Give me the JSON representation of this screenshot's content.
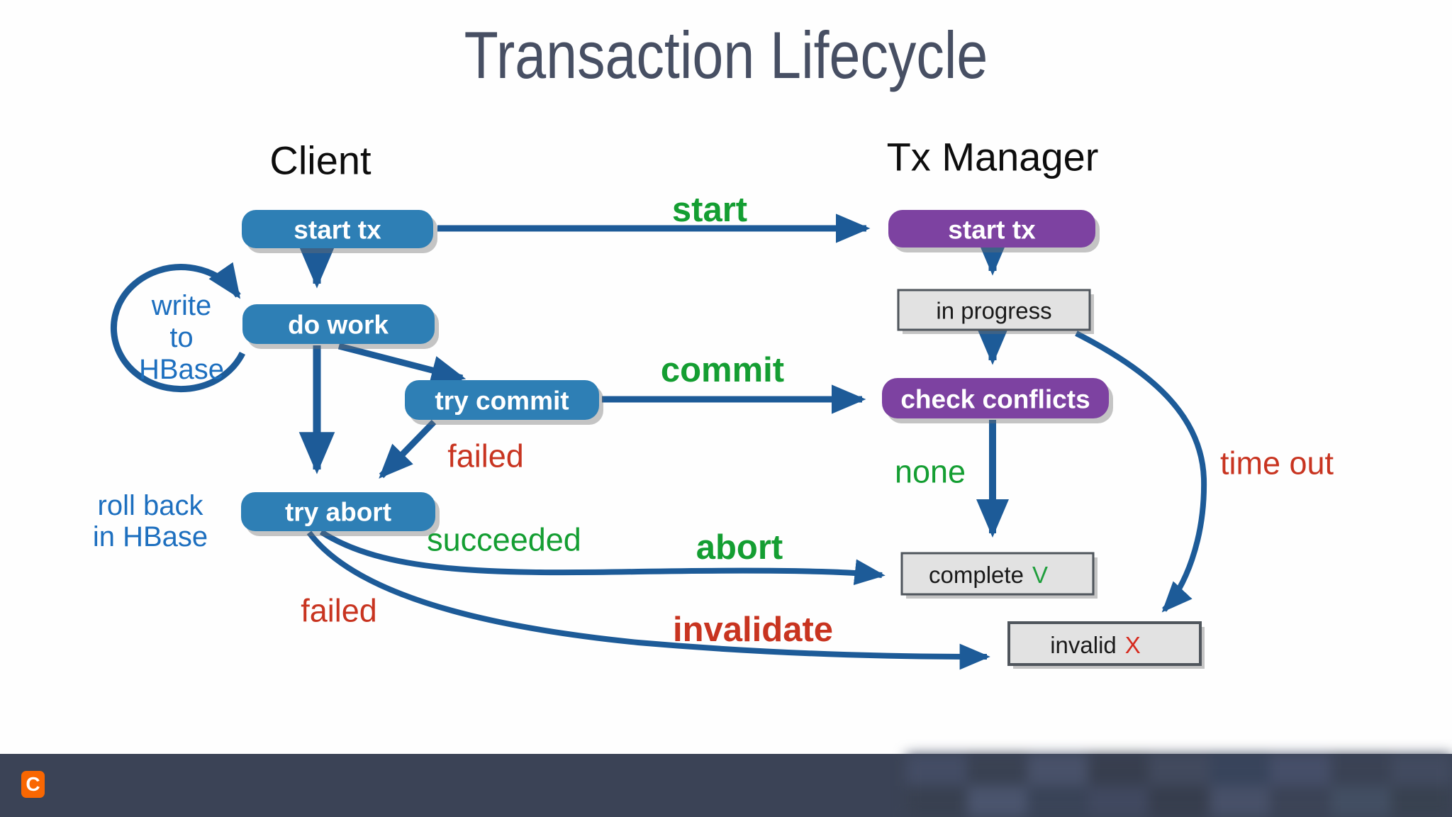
{
  "title": "Transaction Lifecycle",
  "columns": {
    "client": "Client",
    "manager": "Tx Manager"
  },
  "nodes": {
    "client_start_tx": "start tx",
    "do_work": "do work",
    "try_commit": "try commit",
    "try_abort": "try abort",
    "manager_start_tx": "start tx",
    "in_progress": "in progress",
    "check_conflicts": "check conflicts",
    "complete_label": "complete",
    "complete_mark": "V",
    "invalid_label": "invalid",
    "invalid_mark": "X"
  },
  "edge_labels": {
    "start": "start",
    "commit": "commit",
    "none": "none",
    "succeeded": "succeeded",
    "abort": "abort",
    "failed_commit": "failed",
    "failed_abort": "failed",
    "invalidate": "invalidate",
    "time_out": "time out"
  },
  "annotations": {
    "write_hbase": [
      "write",
      "to",
      "HBase"
    ],
    "rollback_hbase": [
      "roll back",
      "in HBase"
    ]
  },
  "footer": {
    "logo_letter": "C"
  },
  "colors": {
    "client_node_blue": "#2e7fb5",
    "manager_node_purple": "#7d42a1",
    "state_box_gray": "#e2e2e2",
    "state_box_border": "#4f555c",
    "arrow_blue": "#1d5b98",
    "success_green": "#149e32",
    "failure_red": "#c83420",
    "hbase_note_blue": "#1d6fbf",
    "title_gray": "#474f63",
    "footer_bar": "#3b4356",
    "logo_orange": "#f96702",
    "check_mark_green": "#1f9e3c",
    "x_mark_red": "#d62b1f"
  }
}
